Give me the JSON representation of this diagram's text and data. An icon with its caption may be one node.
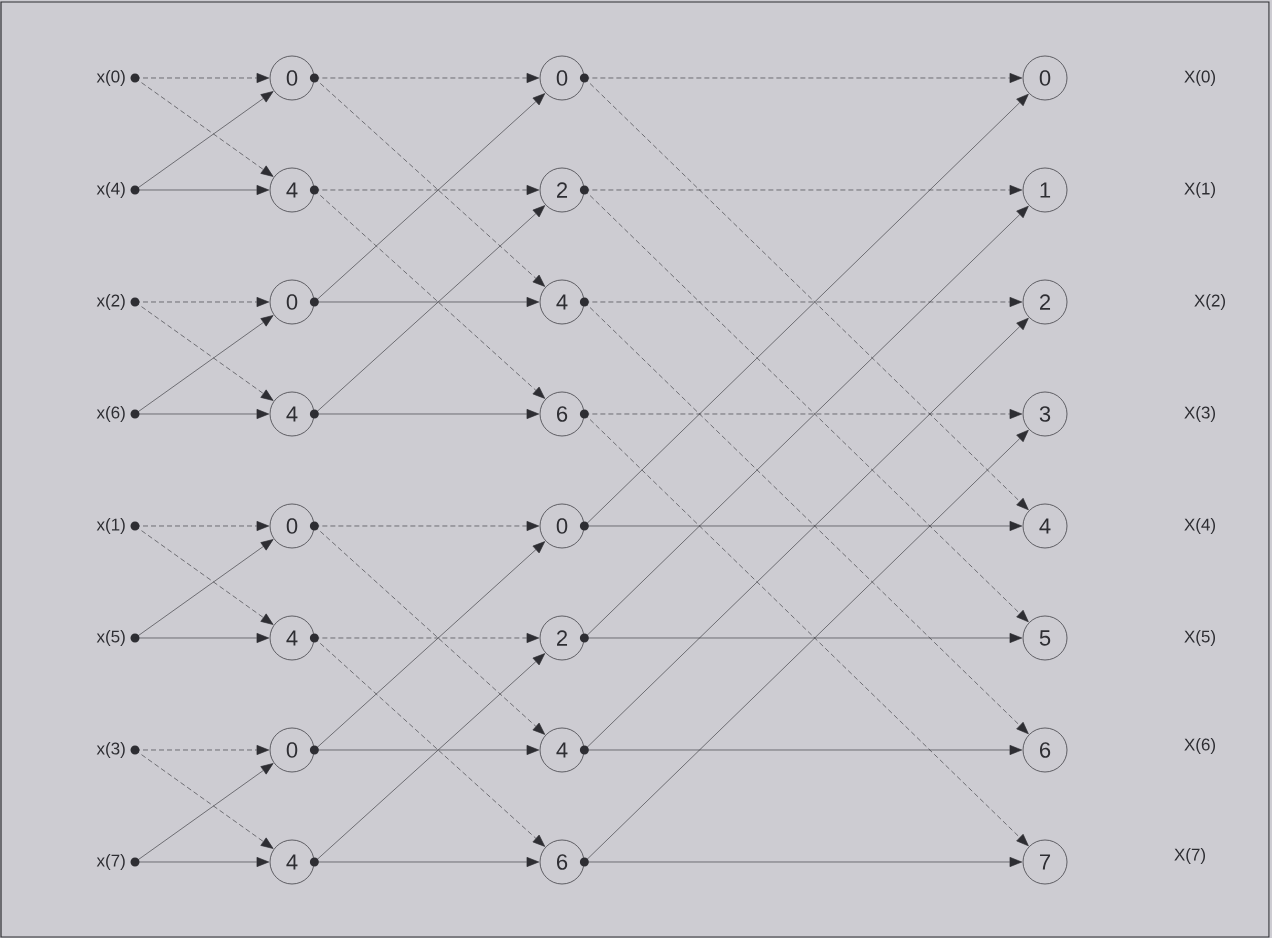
{
  "diagram": {
    "nodes": [
      {
        "text": [
          "x(0)"
        ]
      },
      {
        "text": [
          "x(4)"
        ]
      },
      {
        "text": [
          "x(2)"
        ]
      },
      {
        "text": [
          "x(6)"
        ]
      },
      {
        "text": [
          "x(1)"
        ]
      },
      {
        "text": [
          "x(5)"
        ]
      },
      {
        "text": [
          "x(3)"
        ]
      },
      {
        "text": [
          "x(7)"
        ]
      },
      {
        "text": [
          "0"
        ]
      },
      {
        "text": [
          "4"
        ]
      },
      {
        "text": [
          "0"
        ]
      },
      {
        "text": [
          "4"
        ]
      },
      {
        "text": [
          "0"
        ]
      },
      {
        "text": [
          "4"
        ]
      },
      {
        "text": [
          "0"
        ]
      },
      {
        "text": [
          "4"
        ]
      },
      {
        "text": [
          "0"
        ]
      },
      {
        "text": [
          "2"
        ]
      },
      {
        "text": [
          "4"
        ]
      },
      {
        "text": [
          "6"
        ]
      },
      {
        "text": [
          "0"
        ]
      },
      {
        "text": [
          "2"
        ]
      },
      {
        "text": [
          "4"
        ]
      },
      {
        "text": [
          "6"
        ]
      },
      {
        "text": [
          "0"
        ]
      },
      {
        "text": [
          "1"
        ]
      },
      {
        "text": [
          "2"
        ]
      },
      {
        "text": [
          "3"
        ]
      },
      {
        "text": [
          "4"
        ]
      },
      {
        "text": [
          "5"
        ]
      },
      {
        "text": [
          "6"
        ]
      },
      {
        "text": [
          "7"
        ]
      }
    ],
    "labels": [
      "X(0)",
      "X(1)",
      "X(2)",
      "X(3)",
      "X(4)",
      "X(5)",
      "X(6)",
      "X(7)"
    ],
    "edges": [
      {
        "from": 0,
        "to": 8,
        "arrow": "to",
        "style": "dashed"
      },
      {
        "from": 0,
        "to": 9,
        "arrow": "to",
        "style": "dashed"
      },
      {
        "from": 1,
        "to": 8,
        "arrow": "to"
      },
      {
        "from": 1,
        "to": 9,
        "arrow": "to"
      },
      {
        "from": 2,
        "to": 10,
        "arrow": "to",
        "style": "dashed"
      },
      {
        "from": 2,
        "to": 11,
        "arrow": "to",
        "style": "dashed"
      },
      {
        "from": 3,
        "to": 10,
        "arrow": "to"
      },
      {
        "from": 3,
        "to": 11,
        "arrow": "to"
      },
      {
        "from": 4,
        "to": 12,
        "arrow": "to",
        "style": "dashed"
      },
      {
        "from": 4,
        "to": 13,
        "arrow": "to",
        "style": "dashed"
      },
      {
        "from": 5,
        "to": 12,
        "arrow": "to"
      },
      {
        "from": 5,
        "to": 13,
        "arrow": "to"
      },
      {
        "from": 6,
        "to": 14,
        "arrow": "to",
        "style": "dashed"
      },
      {
        "from": 6,
        "to": 15,
        "arrow": "to",
        "style": "dashed"
      },
      {
        "from": 7,
        "to": 14,
        "arrow": "to"
      },
      {
        "from": 7,
        "to": 15,
        "arrow": "to"
      },
      {
        "from": 8,
        "to": 16,
        "arrow": "to",
        "style": "dashed"
      },
      {
        "from": 8,
        "to": 18,
        "arrow": "to",
        "style": "dashed"
      },
      {
        "from": 9,
        "to": 17,
        "arrow": "to",
        "style": "dashed"
      },
      {
        "from": 9,
        "to": 19,
        "arrow": "to",
        "style": "dashed"
      },
      {
        "from": 10,
        "to": 16,
        "arrow": "to"
      },
      {
        "from": 10,
        "to": 18,
        "arrow": "to"
      },
      {
        "from": 11,
        "to": 17,
        "arrow": "to"
      },
      {
        "from": 11,
        "to": 19,
        "arrow": "to"
      },
      {
        "from": 12,
        "to": 20,
        "arrow": "to",
        "style": "dashed"
      },
      {
        "from": 12,
        "to": 22,
        "arrow": "to",
        "style": "dashed"
      },
      {
        "from": 13,
        "to": 21,
        "arrow": "to",
        "style": "dashed"
      },
      {
        "from": 13,
        "to": 23,
        "arrow": "to",
        "style": "dashed"
      },
      {
        "from": 14,
        "to": 20,
        "arrow": "to"
      },
      {
        "from": 14,
        "to": 22,
        "arrow": "to"
      },
      {
        "from": 15,
        "to": 21,
        "arrow": "to"
      },
      {
        "from": 15,
        "to": 23,
        "arrow": "to"
      },
      {
        "from": 16,
        "to": 24,
        "arrow": "to",
        "style": "dashed"
      },
      {
        "from": 16,
        "to": 28,
        "arrow": "to",
        "style": "dashed"
      },
      {
        "from": 17,
        "to": 25,
        "arrow": "to",
        "style": "dashed"
      },
      {
        "from": 17,
        "to": 29,
        "arrow": "to",
        "style": "dashed"
      },
      {
        "from": 18,
        "to": 26,
        "arrow": "to",
        "style": "dashed"
      },
      {
        "from": 18,
        "to": 30,
        "arrow": "to",
        "style": "dashed"
      },
      {
        "from": 19,
        "to": 27,
        "arrow": "to",
        "style": "dashed"
      },
      {
        "from": 19,
        "to": 31,
        "arrow": "to",
        "style": "dashed"
      },
      {
        "from": 20,
        "to": 24,
        "arrow": "to"
      },
      {
        "from": 20,
        "to": 28,
        "arrow": "to"
      },
      {
        "from": 21,
        "to": 25,
        "arrow": "to"
      },
      {
        "from": 21,
        "to": 29,
        "arrow": "to"
      },
      {
        "from": 22,
        "to": 26,
        "arrow": "to"
      },
      {
        "from": 22,
        "to": 30,
        "arrow": "to"
      },
      {
        "from": 23,
        "to": 27,
        "arrow": "to"
      },
      {
        "from": 23,
        "to": 31,
        "arrow": "to"
      }
    ]
  }
}
